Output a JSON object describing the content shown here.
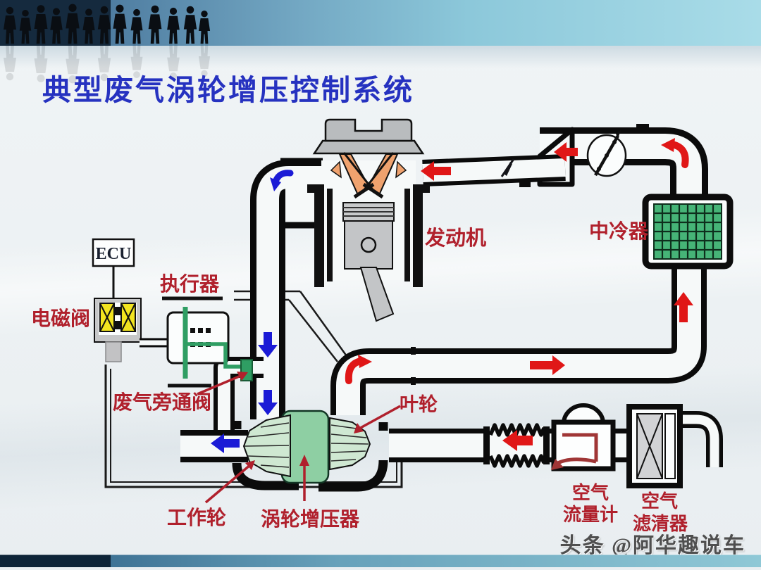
{
  "slide": {
    "title": "典型废气涡轮增压控制系统",
    "watermark": "头条 @阿华趣说车"
  },
  "labels": {
    "ecu": "ECU",
    "solenoid_valve": "电磁阀",
    "actuator": "执行器",
    "wastegate_valve": "废气旁通阀",
    "engine": "发动机",
    "intercooler": "中冷器",
    "impeller": "叶轮",
    "compressor_wheel": "工作轮",
    "turbocharger": "涡轮增压器",
    "air_flow_meter": [
      "空气",
      "流量计"
    ],
    "air_filter": [
      "空气",
      "滤清器"
    ]
  },
  "colors": {
    "title_blue": "#2632c0",
    "label_red": "#b0202c",
    "arrow_red": "#e01717",
    "arrow_blue": "#1b1bd6",
    "valve_green": "#2f9e63",
    "turbo_body_green": "#8ecfa3",
    "wheel_green": "#cfe8d2",
    "intercooler_green": "#46b477",
    "coil_yellow": "#f2e41f",
    "banner_navy": "#152a3e",
    "banner_sky": "#a9dce8"
  }
}
